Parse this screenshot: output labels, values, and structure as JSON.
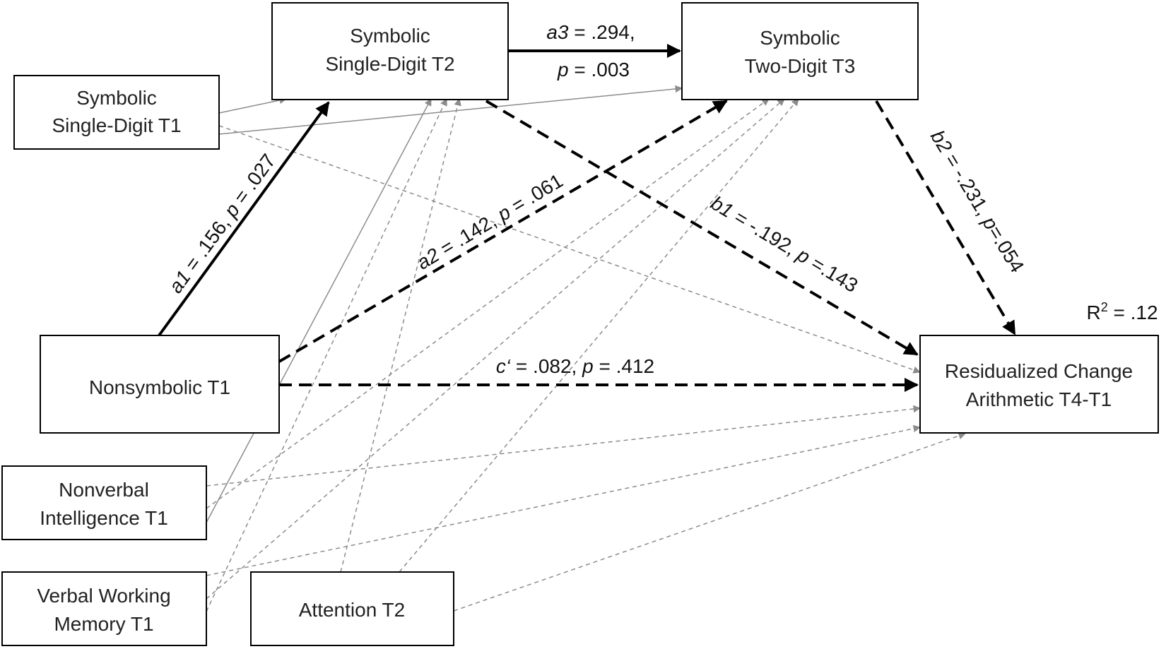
{
  "nodes": {
    "sym_single_t2": {
      "lines": [
        "Symbolic",
        "Single-Digit T2"
      ]
    },
    "sym_two_t3": {
      "lines": [
        "Symbolic",
        "Two-Digit T3"
      ]
    },
    "sym_single_t1": {
      "lines": [
        "Symbolic",
        "Single-Digit T1"
      ]
    },
    "nonsymbolic_t1": {
      "lines": [
        "Nonsymbolic T1"
      ]
    },
    "resid_change": {
      "lines": [
        "Residualized Change",
        "Arithmetic T4-T1"
      ]
    },
    "nonverbal_t1": {
      "lines": [
        "Nonverbal",
        "Intelligence T1"
      ]
    },
    "vwm_t1": {
      "lines": [
        "Verbal Working",
        "Memory T1"
      ]
    },
    "attention_t2": {
      "lines": [
        "Attention T2"
      ]
    }
  },
  "paths": {
    "a1": {
      "name": "a1",
      "coef": " = .156, ",
      "p_sym": "p",
      "p_val": " = .027"
    },
    "a2": {
      "name": "a2",
      "coef": " = .142, ",
      "p_sym": "p",
      "p_val": " = .061"
    },
    "a3": {
      "name": "a3",
      "coef": " = .294,",
      "p_sym": "p",
      "p_val": " = .003"
    },
    "b1": {
      "name": "b1",
      "coef": " = -.192, ",
      "p_sym": "p",
      "p_val": " =.143"
    },
    "b2": {
      "name": "b2",
      "coef": " = -.231, ",
      "p_sym": "p",
      "p_val": "=.054"
    },
    "c_prime": {
      "name": "c‘",
      "coef": " = .082, ",
      "p_sym": "p",
      "p_val": " = .412"
    }
  },
  "r_squared": {
    "prefix": "R",
    "sup": "2",
    "value": " = .12"
  },
  "colors": {
    "main_edge": "#000000",
    "covariate_edge": "#8c8c8c",
    "box_stroke": "#000000",
    "text": "#222222"
  }
}
